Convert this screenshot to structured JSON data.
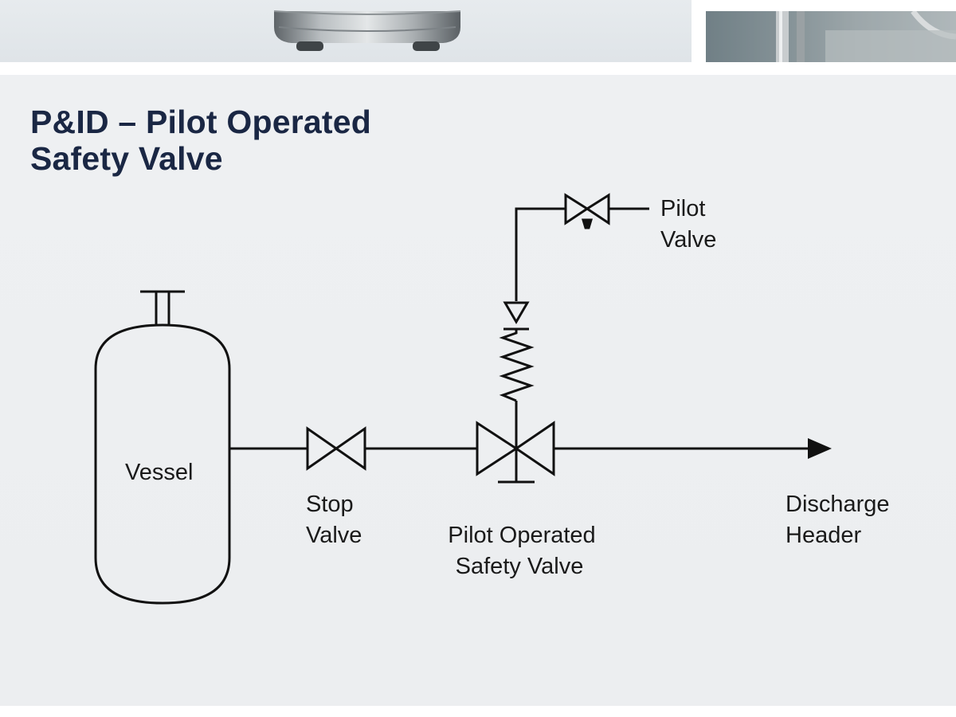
{
  "title": {
    "line1": "P&ID – Pilot Operated",
    "line2": "Safety Valve"
  },
  "labels": {
    "vessel": "Vessel",
    "stop_valve_1": "Stop",
    "stop_valve_2": "Valve",
    "posv_1": "Pilot Operated",
    "posv_2": "Safety Valve",
    "pilot_valve_1": "Pilot",
    "pilot_valve_2": "Valve",
    "discharge_1": "Discharge",
    "discharge_2": "Header"
  },
  "colors": {
    "title": "#1a2744",
    "line": "#111111",
    "background": "#eceef0"
  }
}
